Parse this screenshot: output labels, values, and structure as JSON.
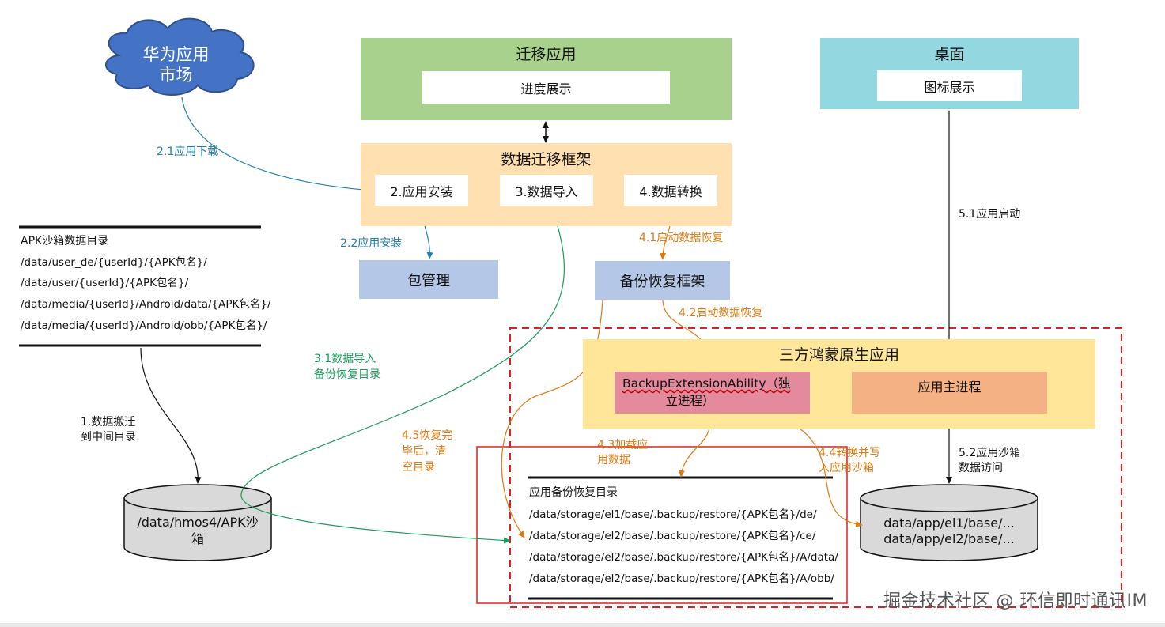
{
  "market": {
    "line1": "华为应用",
    "line2": "市场"
  },
  "migration_app": {
    "title": "迁移应用",
    "progress": "进度展示"
  },
  "desktop": {
    "title": "桌面",
    "icon": "图标展示"
  },
  "framework": {
    "title": "数据迁移框架",
    "install": "2.应用安装",
    "import": "3.数据导入",
    "convert": "4.数据转换"
  },
  "pkg_mgmt": "包管理",
  "backup_fw": "备份恢复框架",
  "harmony_app": {
    "title": "三方鸿蒙原生应用",
    "ext_line1": "BackupExtensionAbility（独",
    "ext_line2": "立进程）",
    "main_proc": "应用主进程"
  },
  "apk_dir": {
    "title": "APK沙箱数据目录",
    "lines": [
      "/data/user_de/{userId}/{APK包名}/",
      "/data/user/{userId}/{APK包名}/",
      "/data/media/{userId}/Android/data/{APK包名}/",
      "/data/media/{userId}/Android/obb/{APK包名}/"
    ]
  },
  "restore_dir": {
    "title": "应用备份恢复目录",
    "lines": [
      "/data/storage/el1/base/.backup/restore/{APK包名}/de/",
      "/data/storage/el2/base/.backup/restore/{APK包名}/ce/",
      "/data/storage/el2/base/.backup/restore/{APK包名}/A/data/",
      "/data/storage/el2/base/.backup/restore/{APK包名}/A/obb/"
    ]
  },
  "hmos_db": {
    "line1": "/data/hmos4/APK沙",
    "line2": "箱"
  },
  "app_db": {
    "line1": "data/app/el1/base/...",
    "line2": "data/app/el2/base/..."
  },
  "labels": {
    "download": "2.1应用下载",
    "install": "2.2应用安装",
    "move_l1": "1.数据搬迁",
    "move_l2": "到中间目录",
    "import_l1": "3.1数据导入",
    "import_l2": "备份恢复目录",
    "start_restore_1": "4.1启动数据恢复",
    "start_restore_2": "4.2启动数据恢复",
    "load_l1": "4.3加载应",
    "load_l2": "用数据",
    "write_l1": "4.4转换并写",
    "write_l2": "入应用沙箱",
    "clear_l1": "4.5恢复完",
    "clear_l2": "毕后，清",
    "clear_l3": "空目录",
    "launch": "5.1应用启动",
    "access_l1": "5.2应用沙箱",
    "access_l2": "数据访问"
  },
  "watermark": "掘金技术社区 @ 环信即时通讯IM",
  "colors": {
    "migration_green": "#a9d18e",
    "desktop_cyan": "#93d7e0",
    "framework_orange": "#ffe0b0",
    "pkg_blue": "#b4c7e7",
    "harmony_yellow": "#ffe699",
    "ext_pink": "#e38a9c",
    "main_salmon": "#f4b183",
    "blue_line": "#1f7db3",
    "green_line": "#1a9c5a",
    "orange_line": "#e07a10",
    "dashed_red": "#e02020"
  }
}
